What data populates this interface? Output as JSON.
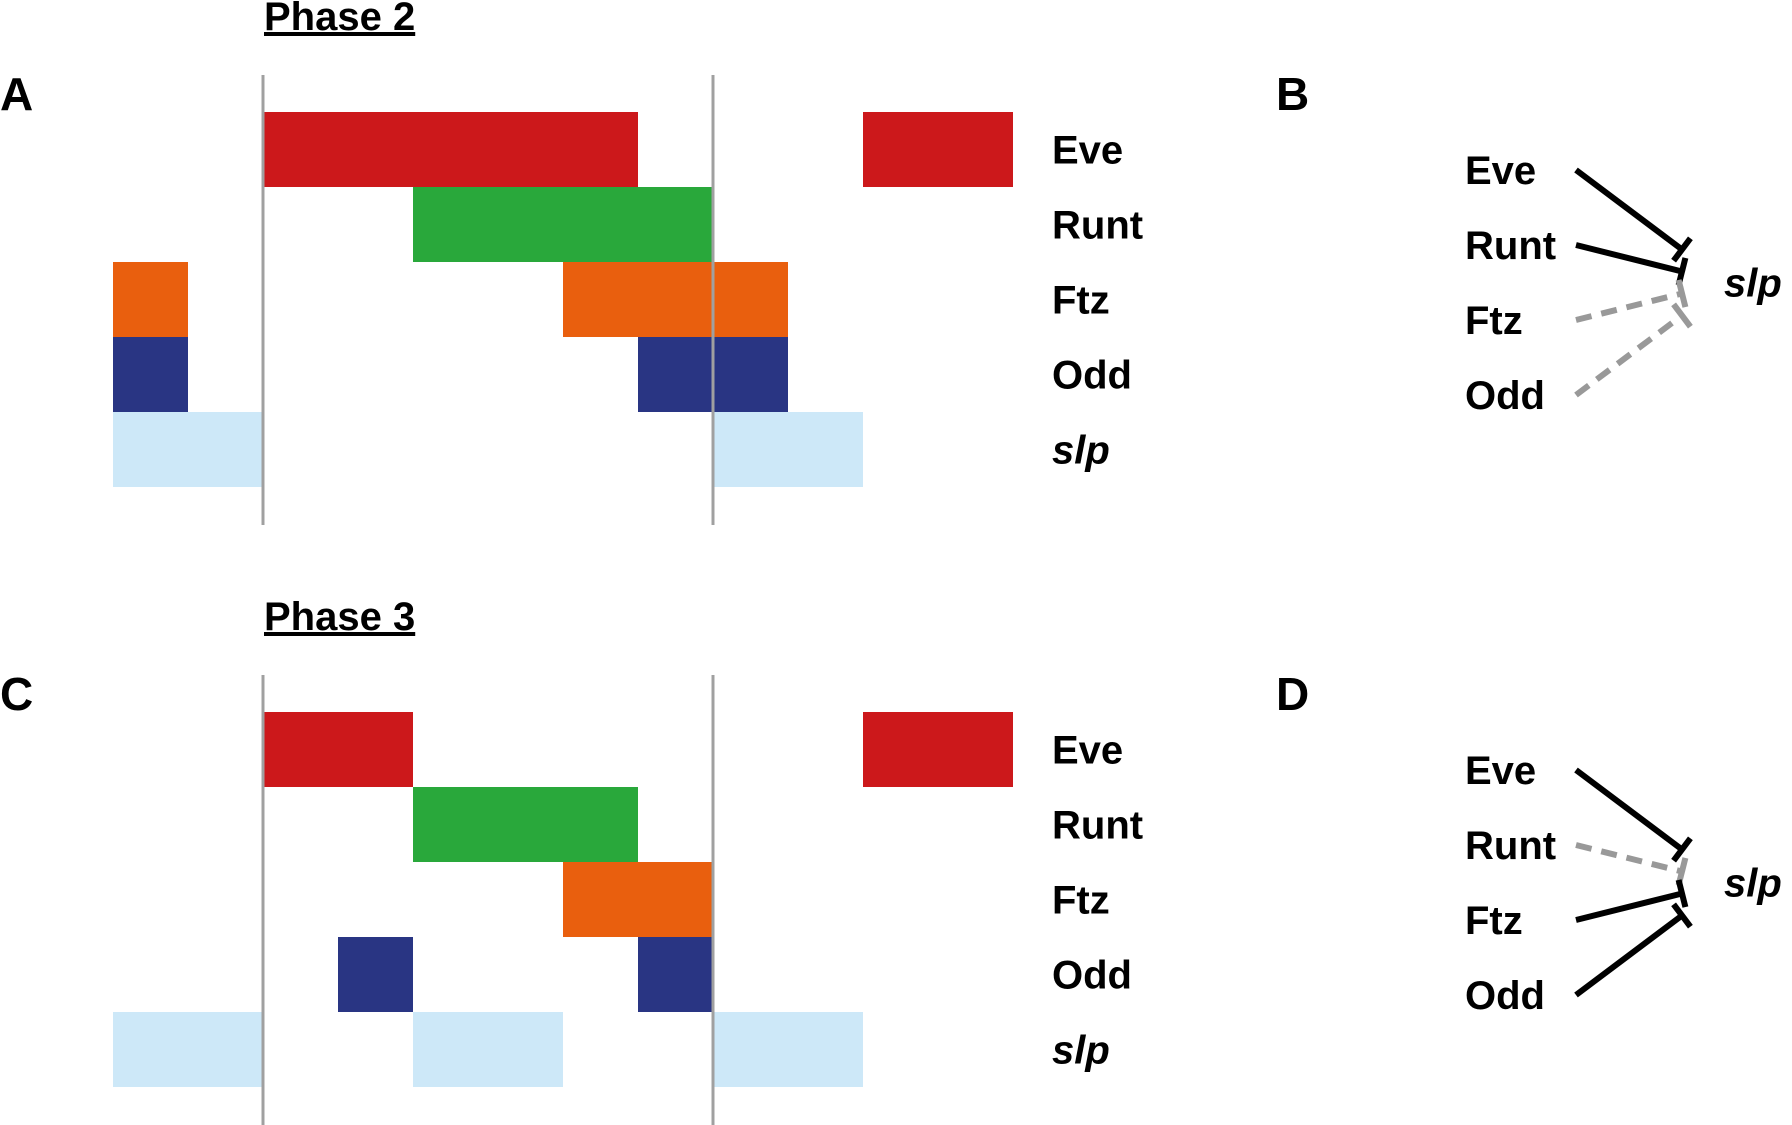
{
  "phases": [
    {
      "title": "Phase 2",
      "panel_a": "A",
      "panel_b": "B",
      "rows": [
        {
          "label": "Eve",
          "italic": false,
          "color": "#cc181b",
          "segments": [
            [
              0,
              5
            ],
            [
              8,
              10
            ]
          ]
        },
        {
          "label": "Runt",
          "italic": false,
          "color": "#29a83b",
          "segments": [
            [
              2,
              6
            ]
          ]
        },
        {
          "label": "Ftz",
          "italic": false,
          "color": "#e95f0e",
          "segments": [
            [
              -2,
              -1
            ],
            [
              4,
              7
            ]
          ]
        },
        {
          "label": "Odd",
          "italic": false,
          "color": "#293583",
          "segments": [
            [
              -2,
              -1
            ],
            [
              5,
              7
            ]
          ]
        },
        {
          "label": "slp",
          "italic": true,
          "color": "#cde8f8",
          "segments": [
            [
              -2,
              0
            ],
            [
              6,
              8
            ]
          ]
        }
      ],
      "network": {
        "target": "slp",
        "inputs": [
          {
            "label": "Eve",
            "style": "solid",
            "color": "#000000"
          },
          {
            "label": "Runt",
            "style": "solid",
            "color": "#000000"
          },
          {
            "label": "Ftz",
            "style": "dashed",
            "color": "#999999"
          },
          {
            "label": "Odd",
            "style": "dashed",
            "color": "#999999"
          }
        ]
      }
    },
    {
      "title": "Phase 3",
      "panel_a": "C",
      "panel_b": "D",
      "rows": [
        {
          "label": "Eve",
          "italic": false,
          "color": "#cc181b",
          "segments": [
            [
              0,
              2
            ],
            [
              8,
              10
            ]
          ]
        },
        {
          "label": "Runt",
          "italic": false,
          "color": "#29a83b",
          "segments": [
            [
              2,
              5
            ]
          ]
        },
        {
          "label": "Ftz",
          "italic": false,
          "color": "#e95f0e",
          "segments": [
            [
              4,
              6
            ]
          ]
        },
        {
          "label": "Odd",
          "italic": false,
          "color": "#293583",
          "segments": [
            [
              1,
              2
            ],
            [
              5,
              6
            ]
          ]
        },
        {
          "label": "slp",
          "italic": true,
          "color": "#cde8f8",
          "segments": [
            [
              -2,
              0
            ],
            [
              2,
              4
            ],
            [
              6,
              8
            ]
          ]
        }
      ],
      "network": {
        "target": "slp",
        "inputs": [
          {
            "label": "Eve",
            "style": "solid",
            "color": "#000000"
          },
          {
            "label": "Runt",
            "style": "dashed",
            "color": "#999999"
          },
          {
            "label": "Ftz",
            "style": "solid",
            "color": "#000000"
          },
          {
            "label": "Odd",
            "style": "solid",
            "color": "#000000"
          }
        ]
      }
    }
  ],
  "boundary_color": "#a0a0a0"
}
